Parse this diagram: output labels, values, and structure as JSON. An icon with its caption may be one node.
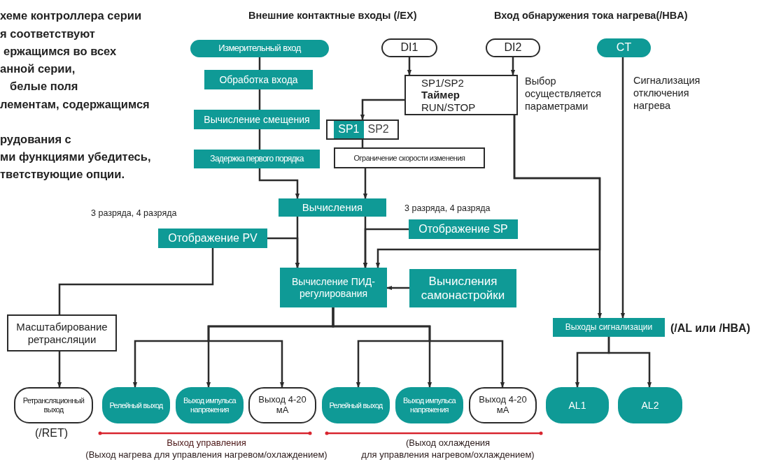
{
  "diagram": {
    "nodes": [
      {
        "text": [
          "Измерительный вход"
        ]
      },
      {
        "text": [
          "Обработка входа"
        ]
      },
      {
        "text": [
          "Вычисление смещения"
        ]
      },
      {
        "text": [
          "Задержка первого порядка"
        ]
      },
      {
        "text": [
          "DI1"
        ]
      },
      {
        "text": [
          "DI2"
        ]
      },
      {
        "text": [
          "CT"
        ]
      },
      {
        "text": [
          "SP1/SP2",
          "Таймер",
          "RUN/STOP"
        ],
        "beside": [
          "Выбор осуществляется параметрами"
        ]
      },
      {
        "text": [
          "SP1",
          "SP2"
        ]
      },
      {
        "text": [
          "Ограничение скорости изменения"
        ]
      },
      {
        "text": [
          "Вычисления"
        ]
      },
      {
        "text": [
          "Отображение PV"
        ]
      },
      {
        "text": [
          "Отображение SP"
        ]
      },
      {
        "text": [
          "Вычисление ПИД-регулирования"
        ]
      },
      {
        "text": [
          "Вычисления самонастройки"
        ]
      },
      {
        "text": [
          "Выходы сигнализации"
        ],
        "beside": [
          "(/AL или /HBA)"
        ]
      },
      {
        "text": [
          "Масштабирование ретрансляции"
        ]
      },
      {
        "text": [
          "Ретрансляционный выход"
        ],
        "beside": [
          "(/RET)"
        ]
      },
      {
        "text": [
          "Релейный выход"
        ]
      },
      {
        "text": [
          "Выход импульса напряжения"
        ]
      },
      {
        "text": [
          "Выход 4-20 мА"
        ]
      },
      {
        "text": [
          "Релейный выход"
        ]
      },
      {
        "text": [
          "Выход импульса напряжения"
        ]
      },
      {
        "text": [
          "Выход 4-20 мА"
        ]
      },
      {
        "text": [
          "AL1"
        ]
      },
      {
        "text": [
          "AL2"
        ]
      }
    ],
    "edges": [
      {
        "from": 0,
        "to": 1,
        "arrow": "none"
      },
      {
        "from": 1,
        "to": 2,
        "arrow": "none"
      },
      {
        "from": 2,
        "to": 3,
        "arrow": "none"
      },
      {
        "from": 3,
        "to": 10,
        "arrow": "to"
      },
      {
        "from": 4,
        "to": 7,
        "arrow": "to"
      },
      {
        "from": 5,
        "to": 7,
        "arrow": "to"
      },
      {
        "from": 7,
        "to": 8,
        "arrow": "to"
      },
      {
        "from": 8,
        "to": 9,
        "arrow": "none"
      },
      {
        "from": 9,
        "to": 10,
        "arrow": "to"
      },
      {
        "from": 7,
        "to": 15,
        "arrow": "to"
      },
      {
        "from": 7,
        "to": 13,
        "arrow": "to"
      },
      {
        "from": 6,
        "to": 15,
        "arrow": "to"
      },
      {
        "from": 10,
        "to": 13,
        "arrow": "to"
      },
      {
        "from": 10,
        "to": 13,
        "arrow": "to"
      },
      {
        "from": 11,
        "to": 13,
        "arrow": "to"
      },
      {
        "from": 12,
        "to": 13,
        "arrow": "to"
      },
      {
        "from": 11,
        "to": 16,
        "arrow": "none"
      },
      {
        "from": 16,
        "to": 17,
        "arrow": "to"
      },
      {
        "from": 14,
        "to": 13,
        "arrow": "to"
      },
      {
        "from": 13,
        "to": 18,
        "arrow": "to"
      },
      {
        "from": 13,
        "to": 19,
        "arrow": "to"
      },
      {
        "from": 13,
        "to": 20,
        "arrow": "to"
      },
      {
        "from": 13,
        "to": 21,
        "arrow": "to"
      },
      {
        "from": 13,
        "to": 22,
        "arrow": "to"
      },
      {
        "from": 13,
        "to": 23,
        "arrow": "to"
      },
      {
        "from": 15,
        "to": 24,
        "arrow": "to"
      },
      {
        "from": 15,
        "to": 25,
        "arrow": "to"
      }
    ],
    "labels": [
      "хеме контроллера серии",
      "я соответствуют",
      "ержащимся во всех",
      "анной серии,",
      "белые поля",
      "лементам, содержащимся",
      "рудования с",
      "ми функциями убедитесь,",
      "тветствующие опции.",
      "Внешние контактные входы (/EX)",
      "Вход обнаружения тока нагрева(/HBA)",
      "Сигнализация отключения нагрева",
      "3 разряда, 4 разряда",
      "3 разряда, 4 разряда",
      "Выход управления",
      "(Выход нагрева для управления нагревом/охлаждением)",
      "(Выход охлаждения",
      "для управления нагревом/охлаждением)"
    ]
  }
}
